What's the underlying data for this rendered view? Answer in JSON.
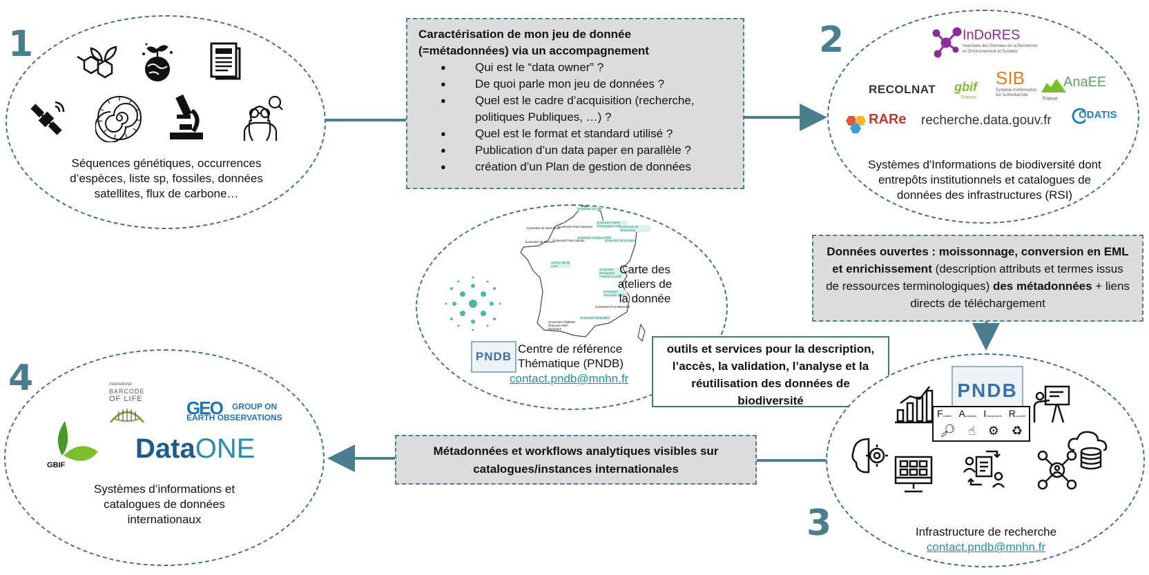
{
  "steps": {
    "s1": "1",
    "s2": "2",
    "s3": "3",
    "s4": "4"
  },
  "box_top": {
    "title_line1": "Caractérisation de mon jeu de donnée",
    "title_line2": "(=métadonnées) via un accompagnement",
    "items": [
      "Qui est le “data owner” ?",
      "De quoi parle mon jeu de données ?",
      "Quel est le cadre d’acquisition (recherche, politiques Publiques, …) ?",
      "Quel est le format et standard utilisé ?",
      "Publication d’un data paper en parallèle ?",
      "création d’un Plan de gestion de données"
    ]
  },
  "ellipse1": {
    "caption": "Séquences génétiques, occurrences d’espèces, liste sp, fossiles, données satellites, flux de carbone…"
  },
  "ellipse2": {
    "logos": {
      "indores": "InDoRES",
      "indores_sub1": "Inventaire des Données de la Recherche",
      "indores_sub2": "en Environnement et Sociétés",
      "recolnat": "RECOLNAT",
      "gbif_fr": "gbif",
      "gbif_fr_sub": "France",
      "sib": "SIB",
      "sib_sub1": "Système d'information",
      "sib_sub2": "sur la biodiversité",
      "anaee": "AnaEE",
      "anaee_sub": "France",
      "rare": "RARe",
      "recherche": "recherche.data.gouv.fr",
      "odatis": "ODATIS"
    },
    "caption": "Systèmes d'Informations de biodiversité dont entrepôts institutionnels et catalogues de données des infrastructures (RSI)"
  },
  "box_right": {
    "bold1": "Données ouvertes : moissonnage, conversion en EML et enrichissement",
    "normal1": " (description attributs et termes issus de ressources terminologiques) ",
    "bold2": "des métadonnées",
    "normal2": " + liens directs de téléchargement"
  },
  "ellipse_center": {
    "map_caption": "Carte des ateliers de la donnée",
    "pndb_logo": "PNDB",
    "centre_line1": "Centre de référence",
    "centre_line2": "Thématique (PNDB)",
    "contact": "contact.pndb@mnhn.fr",
    "map_labels": [
      "Université de Lille",
      "Université de Normandie",
      "Université Paris Nanterre",
      "Université Reims Champagne-Ardenne",
      "Université de Strasbourg",
      "Université de Rennes",
      "Université Paris-Saclay",
      "Université Gustave Eiffel",
      "Université de Lorraine",
      "Centre-Val de Loire",
      "Université Bourgogne Franche-Comté",
      "Université Grenoble Alpes",
      "Université d'Aix-Marseille",
      "Université Montpellier",
      "Université Fédérale Toulouse Midi-Pyrénées"
    ]
  },
  "box_tools": {
    "text": "outils et services pour la description, l’accès, la validation, l’analyse et la réutilisation des données de biodiversité"
  },
  "ellipse3": {
    "pndb_logo": "PNDB",
    "fair_letters": [
      "F",
      "A",
      "I",
      "R"
    ],
    "fair_words": [
      "indable",
      "ccessible",
      "nteroperable",
      "eusable"
    ],
    "caption": "Infrastructure de recherche",
    "contact": "contact.pndb@mnhn.fr"
  },
  "box_bottom": {
    "line1": "Métadonnées et workflows analytiques visibles sur",
    "line2": "catalogues/instances internationales"
  },
  "ellipse4": {
    "logos": {
      "bol_small": "international",
      "bol1": "BARCODE",
      "bol2": "OF LIFE",
      "geo": "GEO",
      "geo_t1": "GROUP ON",
      "geo_t2": "EARTH OBSERVATIONS",
      "gbif": "GBIF",
      "dataone_a": "Data",
      "dataone_b": "ONE"
    },
    "caption": "Systèmes d’informations et catalogues de données internationaux"
  },
  "colors": {
    "teal": "#3f7583",
    "link": "#1b8fb0",
    "gray": "#dcdcdc",
    "pndb_green": "#2e9e5b",
    "pndb_blue": "#3a6fb0"
  }
}
